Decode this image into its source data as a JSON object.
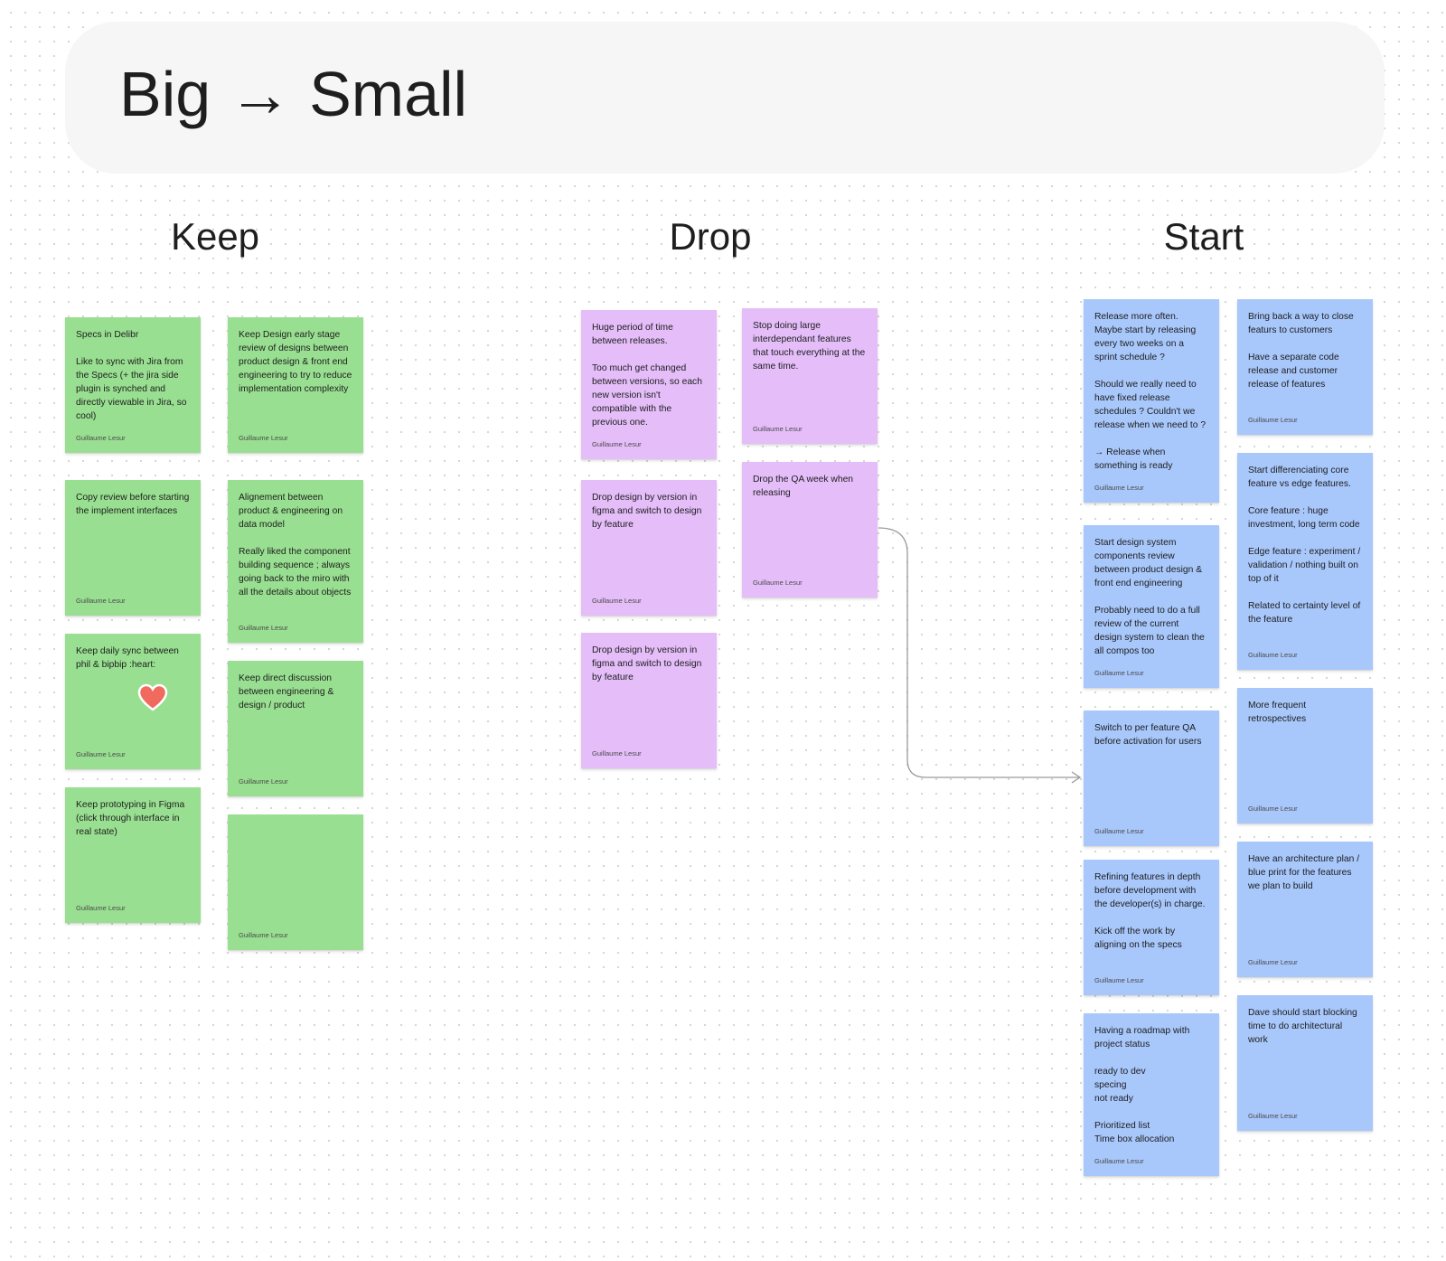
{
  "header": {
    "title": "Big → Small"
  },
  "columns": {
    "keep": {
      "title": "Keep"
    },
    "drop": {
      "title": "Drop"
    },
    "start": {
      "title": "Start"
    }
  },
  "author": "Guillaume Lesur",
  "colors": {
    "green": "#99df91",
    "purple": "#e4bdf9",
    "blue": "#a8c7fb",
    "heart": "#f06a5e"
  },
  "stickies": {
    "keep": [
      {
        "text": "Specs in Delibr\n\nLike to sync with Jira from the Specs (+ the jira side plugin is synched and directly viewable in Jira, so cool)",
        "author": "Guillaume Lesur"
      },
      {
        "text": "Keep Design early stage review of designs between product design & front end engineering to try to reduce implementation complexity",
        "author": "Guillaume Lesur"
      },
      {
        "text": "Copy review before starting the implement interfaces",
        "author": "Guillaume Lesur"
      },
      {
        "text": "Alignement between product & engineering on data model\n\nReally liked the component building sequence ; always going back to the miro with all the details about objects",
        "author": "Guillaume Lesur"
      },
      {
        "text": "Keep daily sync between phil & bipbip :heart:",
        "author": "Guillaume Lesur",
        "icon": "heart-icon"
      },
      {
        "text": "Keep direct discussion between engineering & design / product",
        "author": "Guillaume Lesur"
      },
      {
        "text": "Keep prototyping in Figma (click through interface in real state)",
        "author": "Guillaume Lesur"
      },
      {
        "text": "",
        "author": "Guillaume Lesur"
      }
    ],
    "drop": [
      {
        "text": "Huge period of time between releases.\n\nToo much get changed between versions, so each new version isn't compatible with the previous one.",
        "author": "Guillaume Lesur"
      },
      {
        "text": "Stop doing large interdependant features that touch everything at the same time.",
        "author": "Guillaume Lesur"
      },
      {
        "text": "Drop design by version in figma and switch to design by feature",
        "author": "Guillaume Lesur"
      },
      {
        "text": "Drop the QA week when releasing",
        "author": "Guillaume Lesur"
      },
      {
        "text": "Drop design by version in figma and switch to design by feature",
        "author": "Guillaume Lesur"
      }
    ],
    "start": [
      {
        "text": "Release more often. Maybe start by releasing every two weeks on a sprint schedule ?\n\nShould we really need to have fixed release schedules ? Couldn't we release when we need to ?\n\n→ Release when something is ready",
        "author": "Guillaume Lesur"
      },
      {
        "text": "Bring back a way to close featurs to customers\n\nHave a separate code release and customer release of features",
        "author": "Guillaume Lesur"
      },
      {
        "text": "Start design system components review between product design & front end engineering\n\nProbably need to do a full review of the current design system to clean the all compos too",
        "author": "Guillaume Lesur"
      },
      {
        "text": "Start differenciating core feature vs edge features.\n\nCore feature : huge investment, long term code\n\nEdge feature : experiment / validation / nothing built on top of it\n\nRelated to certainty level of the feature",
        "author": "Guillaume Lesur"
      },
      {
        "text": "Switch to per feature QA before activation for users",
        "author": "Guillaume Lesur"
      },
      {
        "text": "More frequent retrospectives",
        "author": "Guillaume Lesur"
      },
      {
        "text": "Refining features in depth before development with the developer(s) in charge.\n\nKick off the work by aligning on the specs",
        "author": "Guillaume Lesur"
      },
      {
        "text": "Have an architecture plan / blue print for the features we plan to build",
        "author": "Guillaume Lesur"
      },
      {
        "text": "Having a roadmap with project status\n\nready to dev\nspecing\nnot ready\n\nPrioritized list\nTime box allocation",
        "author": "Guillaume Lesur"
      },
      {
        "text": "Dave should start blocking time to do architectural work",
        "author": "Guillaume Lesur"
      }
    ]
  }
}
